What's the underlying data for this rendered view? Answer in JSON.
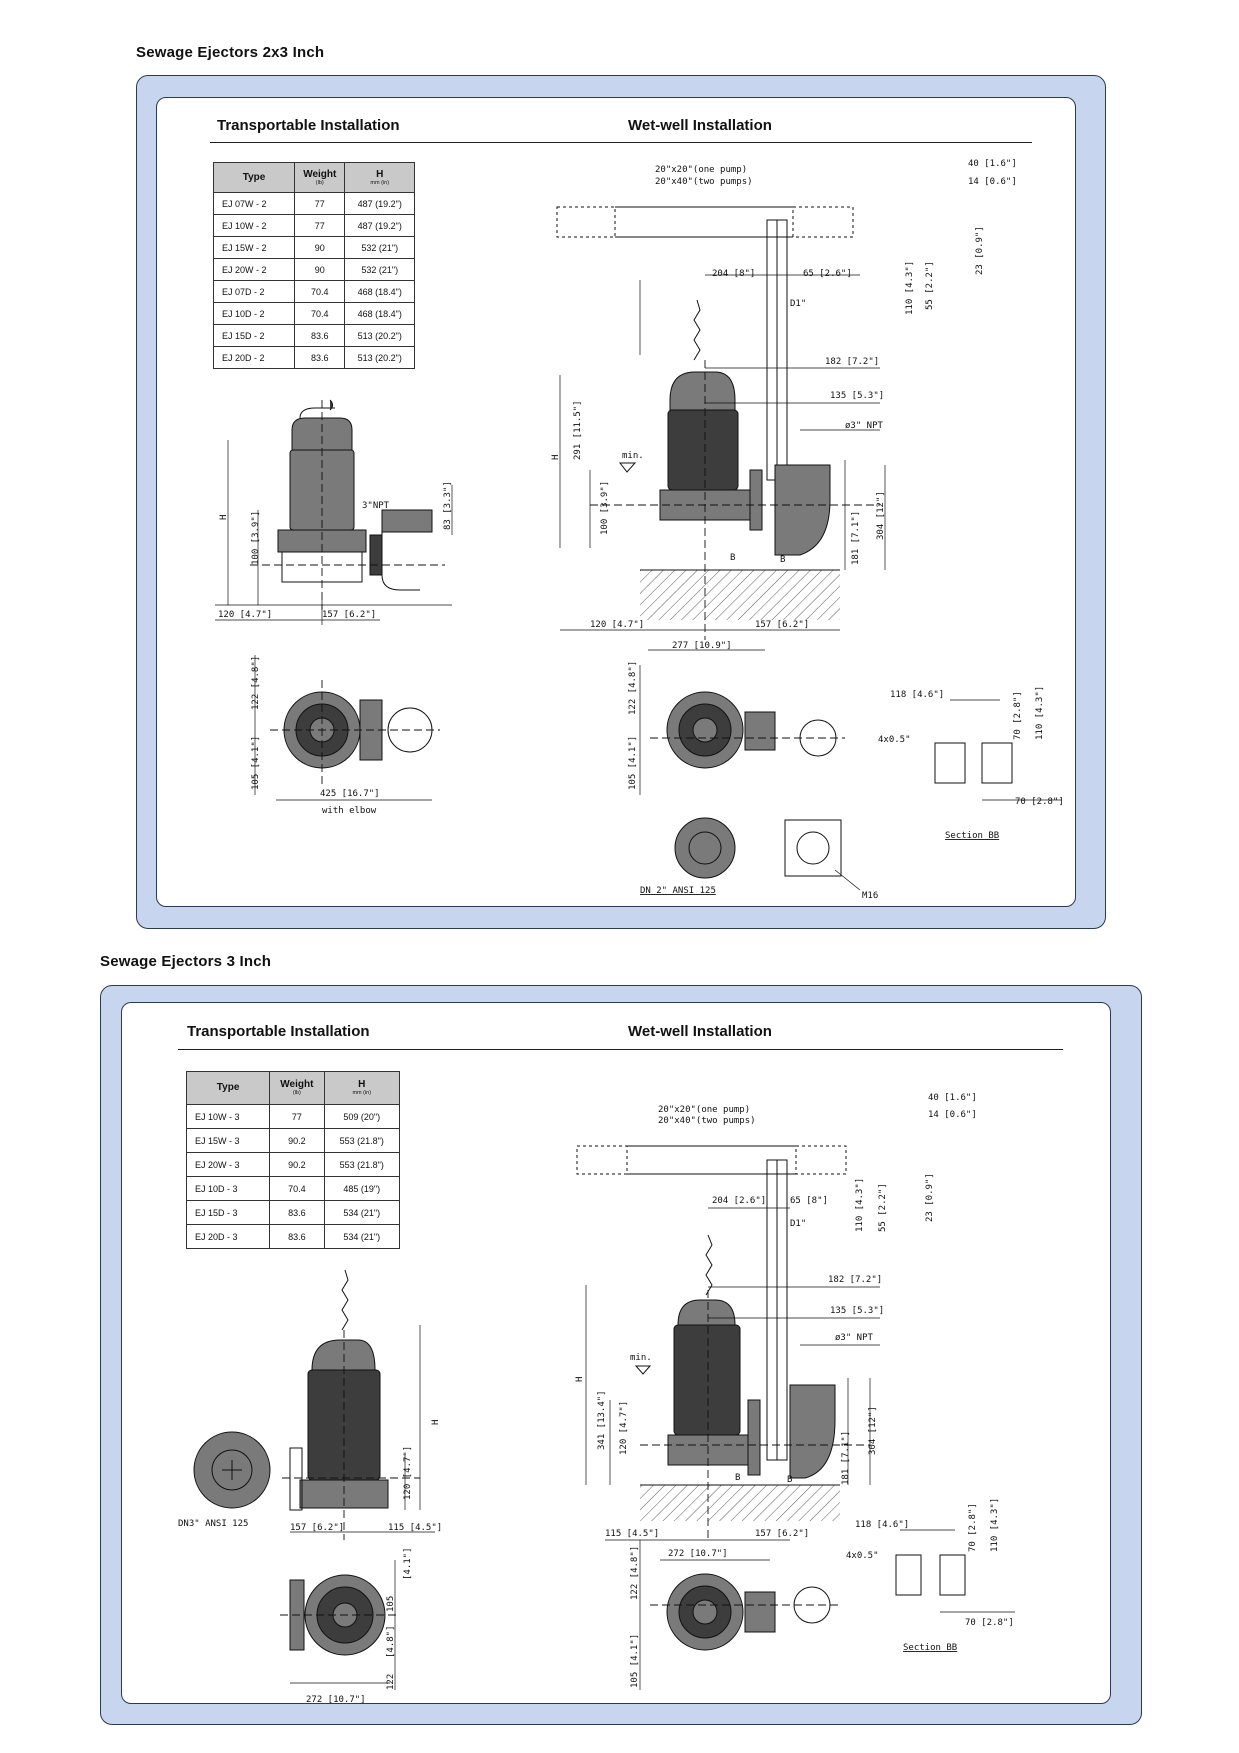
{
  "sections": [
    {
      "title": "Sewage Ejectors 2x3  Inch",
      "transportable_heading": "Transportable Installation",
      "wetwell_heading": "Wet-well Installation",
      "table": {
        "headers": {
          "type": "Type",
          "weight": "Weight",
          "weight_unit": "(lb)",
          "h": "H",
          "h_unit": "mm (in)"
        },
        "rows": [
          {
            "type": "EJ 07W - 2",
            "weight": "77",
            "h": "487  (19.2\")"
          },
          {
            "type": "EJ 10W - 2",
            "weight": "77",
            "h": "487  (19.2\")"
          },
          {
            "type": "EJ 15W - 2",
            "weight": "90",
            "h": "532   (21\")"
          },
          {
            "type": "EJ 20W - 2",
            "weight": "90",
            "h": "532   (21\")"
          },
          {
            "type": "EJ 07D - 2",
            "weight": "70.4",
            "h": "468  (18.4\")"
          },
          {
            "type": "EJ 10D - 2",
            "weight": "70.4",
            "h": "468  (18.4\")"
          },
          {
            "type": "EJ 15D - 2",
            "weight": "83.6",
            "h": "513  (20.2\")"
          },
          {
            "type": "EJ 20D - 2",
            "weight": "83.6",
            "h": "513   (20.2\")"
          }
        ]
      },
      "transportable_labels": {
        "h": "H",
        "d100": "100  [3.9\"]",
        "npt": "3\"NPT",
        "d83": "83  [3.3\"]",
        "d120": "120  [4.7\"]",
        "d157": "157  [6.2\"]",
        "d122": "122  [4.8\"]",
        "d105": "105  [4.1\"]",
        "d425": "425  [16.7\"]",
        "with_elbow": "with  elbow"
      },
      "wetwell_labels": {
        "cover1": "20\"x20\"(one pump)",
        "cover2": "20\"x40\"(two pumps)",
        "d40": "40  [1.6\"]",
        "d14": "14  [0.6\"]",
        "d110": "110  [4.3\"]",
        "d55": "55  [2.2\"]",
        "d23": "23  [0.9\"]",
        "d204": "204  [8\"]",
        "d65": "65  [2.6\"]",
        "d1": "D1\"",
        "d182": "182  [7.2\"]",
        "d135": "135  [5.3\"]",
        "npt": "ø3\"  NPT",
        "h": "H",
        "d291": "291  [11.5\"]",
        "min": "min.",
        "d100": "100  [3.9\"]",
        "d181": "181  [7.1\"]",
        "d304": "304  [12\"]",
        "b": "B",
        "d120": "120  [4.7\"]",
        "d157": "157  [6.2\"]",
        "d277": "277  [10.9\"]",
        "d122": "122  [4.8\"]",
        "d105": "105  [4.1\"]",
        "d118": "118  [4.6\"]",
        "holes": "4x0.5\"",
        "d70a": "70  [2.8\"]",
        "d110b": "110  [4.3\"]",
        "d70b": "70  [2.8\"]",
        "section": "Section  BB",
        "dn": "DN  2\"  ANSI  125",
        "m16": "M16"
      }
    },
    {
      "title": "Sewage Ejectors 3  Inch",
      "transportable_heading": "Transportable Installation",
      "wetwell_heading": "Wet-well Installation",
      "table": {
        "headers": {
          "type": "Type",
          "weight": "Weight",
          "weight_unit": "(lb)",
          "h": "H",
          "h_unit": "mm (in)"
        },
        "rows": [
          {
            "type": "EJ 10W - 3",
            "weight": "77",
            "h": "509  (20\")"
          },
          {
            "type": "EJ 15W - 3",
            "weight": "90.2",
            "h": "553  (21.8\")"
          },
          {
            "type": "EJ 20W - 3",
            "weight": "90.2",
            "h": "553  (21.8\")"
          },
          {
            "type": "EJ 10D - 3",
            "weight": "70.4",
            "h": "485  (19\")"
          },
          {
            "type": "EJ 15D - 3",
            "weight": "83.6",
            "h": "534  (21\")"
          },
          {
            "type": "EJ 20D - 3",
            "weight": "83.6",
            "h": "534  (21\")"
          }
        ]
      },
      "transportable_labels": {
        "h": "H",
        "d120": "120  [4.7\"]",
        "dn": "DN3\"  ANSI  125",
        "d157": "157  [6.2\"]",
        "d115": "115  [4.5\"]",
        "d105": "105",
        "d41": "[4.1\"]",
        "d122": "122",
        "d48": "[4.8\"]",
        "d272": "272  [10.7\"]"
      },
      "wetwell_labels": {
        "cover1": "20\"x20\"(one pump)",
        "cover2": "20\"x40\"(two pumps)",
        "d40": "40  [1.6\"]",
        "d14": "14  [0.6\"]",
        "d110": "110  [4.3\"]",
        "d55": "55  [2.2\"]",
        "d23": "23  [0.9\"]",
        "d204": "204  [2.6\"]",
        "d65": "65  [8\"]",
        "d1": "D1\"",
        "d182": "182  [7.2\"]",
        "d135": "135  [5.3\"]",
        "npt": "ø3\"  NPT",
        "h": "H",
        "min": "min.",
        "d341": "341  [13.4\"]",
        "d120": "120  [4.7\"]",
        "d181": "181  [7.1\"]",
        "d304": "304  [12\"]",
        "b": "B",
        "d115": "115  [4.5\"]",
        "d157": "157  [6.2\"]",
        "d272": "272  [10.7\"]",
        "d122": "122  [4.8\"]",
        "d105": "105  [4.1\"]",
        "d118": "118  [4.6\"]",
        "holes": "4x0.5\"",
        "d70a": "70  [2.8\"]",
        "d110b": "110  [4.3\"]",
        "d70b": "70  [2.8\"]",
        "section": "Section  BB"
      }
    }
  ]
}
